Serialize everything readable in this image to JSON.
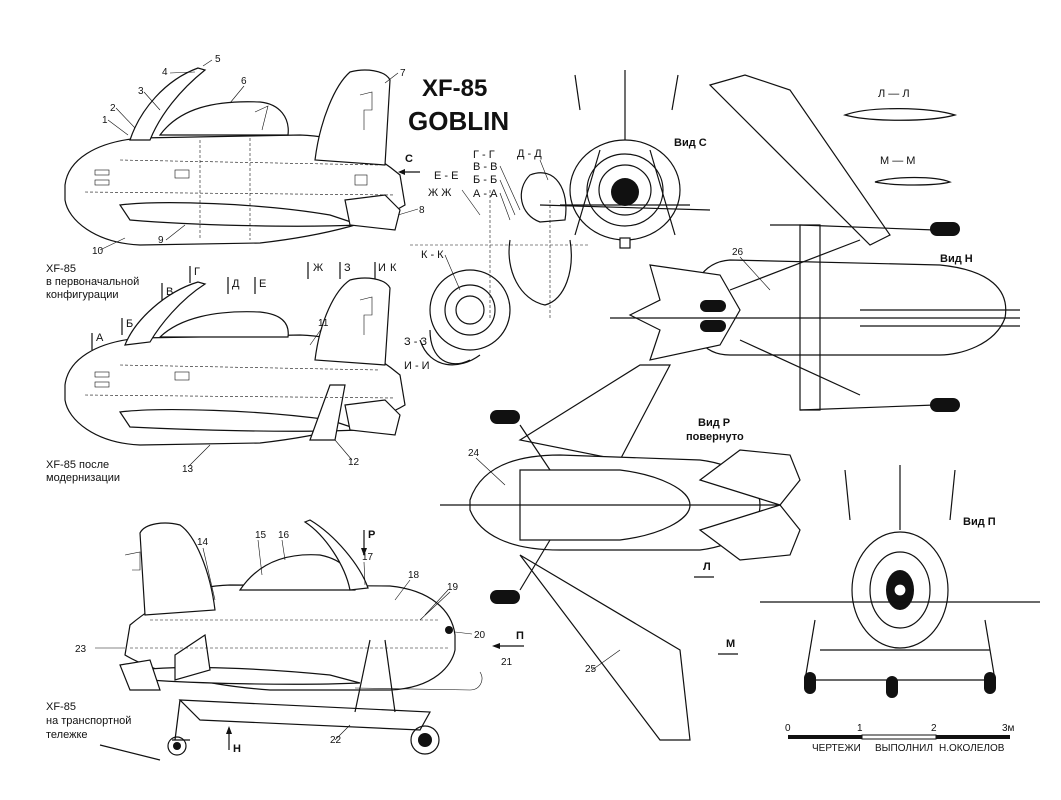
{
  "title": {
    "line1": "XF-85",
    "line2": "GOBLIN"
  },
  "captions": {
    "initial": [
      "XF-85",
      "в первоначальной",
      "конфигурации"
    ],
    "modernized": [
      "XF-85 после",
      "модернизации"
    ],
    "transport": [
      "XF-85",
      "на транспортной",
      "тележке"
    ]
  },
  "views": {
    "c": "Вид С",
    "n": "Вид Н",
    "p_rotated": [
      "Вид Р",
      "повернуто"
    ],
    "p_front": "Вид П"
  },
  "view_arrows": {
    "c": "С",
    "p": "Р",
    "pi": "П",
    "n": "Н"
  },
  "sections": {
    "ll": "Л — Л",
    "mm": "М — М",
    "gg": "Г - Г",
    "vv": "В - В",
    "bb": "Б - Б",
    "aa": "А - А",
    "dd": "Д - Д",
    "ee": "Е - Е",
    "zhzh": "Ж Ж",
    "kk": "К - К",
    "zz": "З - З",
    "ii": "И - И"
  },
  "section_marks": [
    "А",
    "Б",
    "В",
    "Г",
    "Д",
    "Е",
    "Ж",
    "З",
    "И",
    "К"
  ],
  "plan_marks": {
    "l": "Л",
    "m": "М"
  },
  "callouts": [
    "1",
    "2",
    "3",
    "4",
    "5",
    "6",
    "7",
    "8",
    "9",
    "10",
    "11",
    "12",
    "13",
    "14",
    "15",
    "16",
    "17",
    "18",
    "19",
    "20",
    "21",
    "22",
    "23",
    "24",
    "25",
    "26"
  ],
  "scale": {
    "ticks": [
      "0",
      "1",
      "2",
      "3м"
    ],
    "credit": [
      "ЧЕРТЕЖИ",
      "ВЫПОЛНИЛ",
      "Н.ОКОЛЕЛОВ"
    ]
  }
}
